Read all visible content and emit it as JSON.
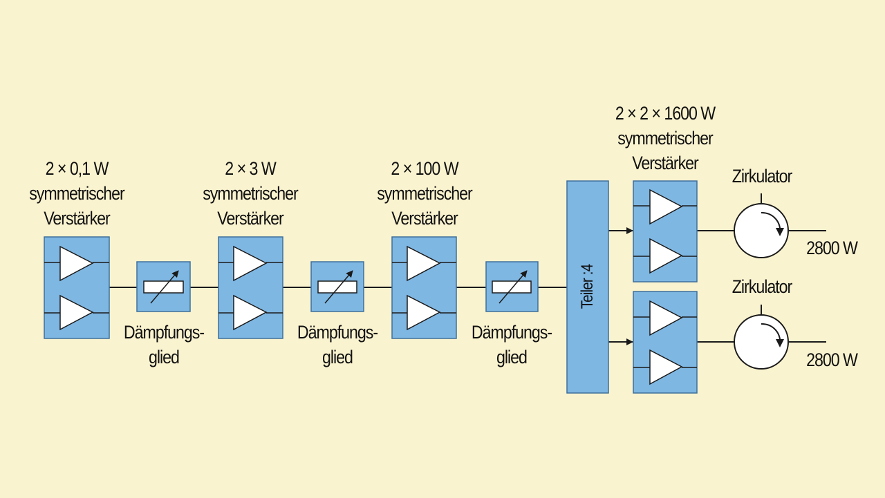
{
  "colors": {
    "background": "#faf3cf",
    "block_fill": "#7fb7e3",
    "block_stroke": "#3d6f9c",
    "line": "#1a1a1a"
  },
  "stages": [
    {
      "power": "2 × 0,1 W",
      "line1": "symmetrischer",
      "line2": "Verstärker"
    },
    {
      "power": "2 × 3 W",
      "line1": "symmetrischer",
      "line2": "Verstärker"
    },
    {
      "power": "2 × 100 W",
      "line1": "symmetrischer",
      "line2": "Verstärker"
    }
  ],
  "attenuators": [
    {
      "line1": "Dämpfungs-",
      "line2": "glied"
    },
    {
      "line1": "Dämpfungs-",
      "line2": "glied"
    },
    {
      "line1": "Dämpfungs-",
      "line2": "glied"
    }
  ],
  "divider": {
    "label": "Teiler :4"
  },
  "final_stage": {
    "power": "2 × 2 × 1600 W",
    "line1": "symmetrischer",
    "line2": "Verstärker"
  },
  "circulators": [
    {
      "label": "Zirkulator",
      "output": "2800 W"
    },
    {
      "label": "Zirkulator",
      "output": "2800 W"
    }
  ]
}
